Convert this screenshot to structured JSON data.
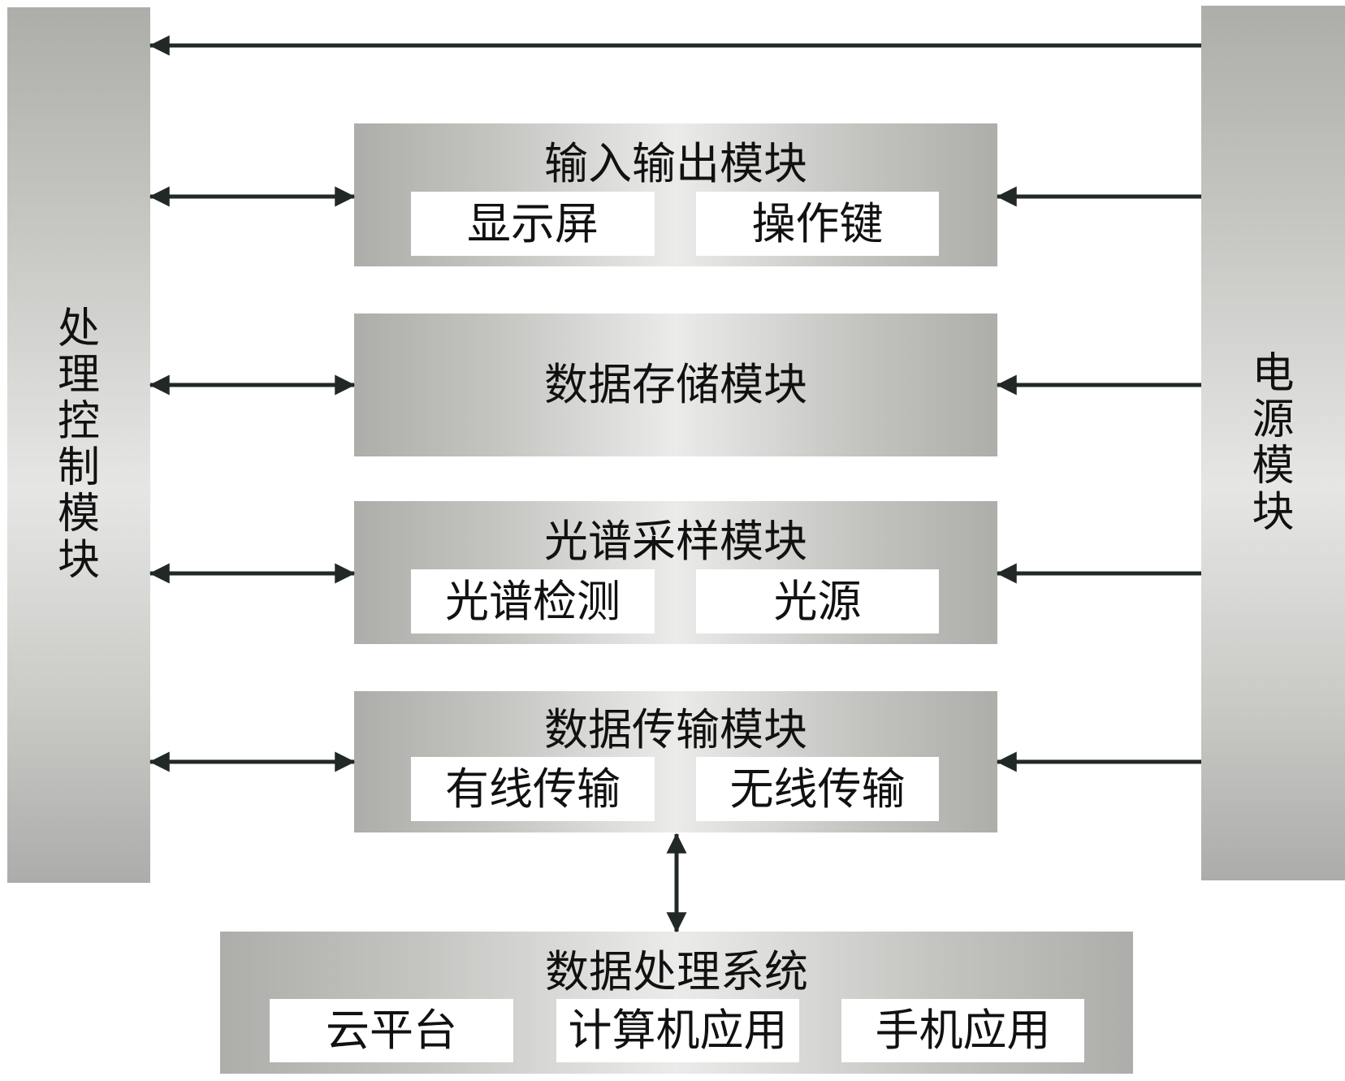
{
  "diagram": {
    "processing_module": {
      "label": "处理控制模块"
    },
    "power_module": {
      "label": "电源模块"
    },
    "modules": [
      {
        "title": "输入输出模块",
        "children": [
          "显示屏",
          "操作键"
        ]
      },
      {
        "title": "数据存储模块",
        "children": []
      },
      {
        "title": "光谱采样模块",
        "children": [
          "光谱检测",
          "光源"
        ]
      },
      {
        "title": "数据传输模块",
        "children": [
          "有线传输",
          "无线传输"
        ]
      }
    ],
    "data_system": {
      "title": "数据处理系统",
      "children": [
        "云平台",
        "计算机应用",
        "手机应用"
      ]
    },
    "edges": [
      {
        "from": "电源模块",
        "to": "处理控制模块",
        "type": "one-way"
      },
      {
        "from": "处理控制模块",
        "to": "输入输出模块",
        "type": "bidirectional"
      },
      {
        "from": "处理控制模块",
        "to": "数据存储模块",
        "type": "bidirectional"
      },
      {
        "from": "处理控制模块",
        "to": "光谱采样模块",
        "type": "bidirectional"
      },
      {
        "from": "处理控制模块",
        "to": "数据传输模块",
        "type": "bidirectional"
      },
      {
        "from": "电源模块",
        "to": "输入输出模块",
        "type": "one-way"
      },
      {
        "from": "电源模块",
        "to": "数据存储模块",
        "type": "one-way"
      },
      {
        "from": "电源模块",
        "to": "光谱采样模块",
        "type": "one-way"
      },
      {
        "from": "电源模块",
        "to": "数据传输模块",
        "type": "one-way"
      },
      {
        "from": "数据传输模块",
        "to": "数据处理系统",
        "type": "bidirectional"
      }
    ],
    "colors": {
      "arrow": "#222826",
      "box_edge": "#adadaa",
      "box_center": "#ebebea",
      "inner_box": "#ffffff"
    }
  }
}
